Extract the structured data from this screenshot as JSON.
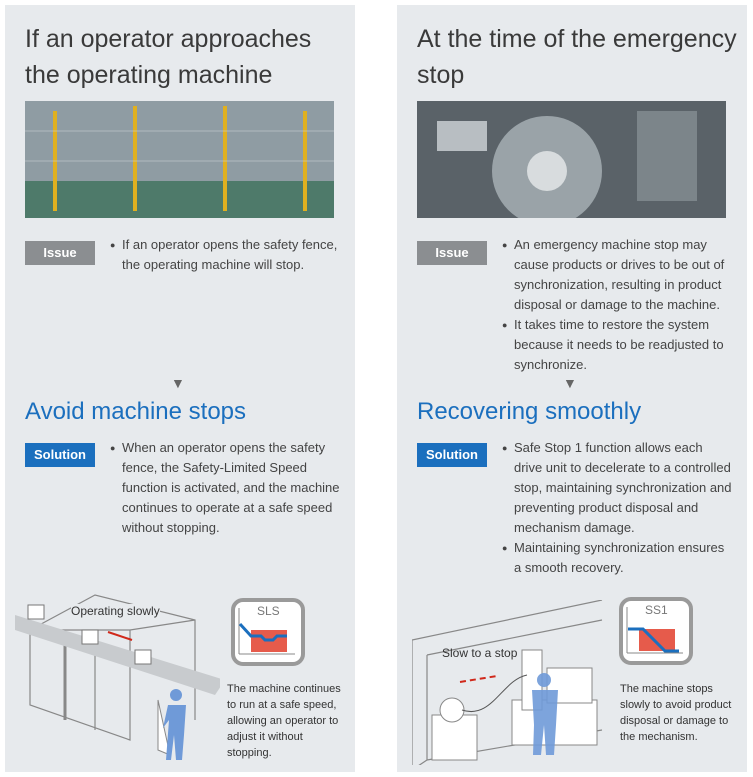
{
  "left": {
    "title": "If an operator approaches the operating machine",
    "issue_label": "Issue",
    "issue_items": [
      "If an operator opens the safety fence, the operating machine will stop."
    ],
    "heading": "Avoid machine stops",
    "solution_label": "Solution",
    "solution_items": [
      "When an operator opens the safety fence, the Safety-Limited Speed function is activated, and the machine continues to operate at a safe speed without stopping."
    ],
    "illustration_label": "Operating slowly",
    "icon_label": "SLS",
    "caption": "The machine continues to run at a safe speed, allowing an operator to adjust it without stopping."
  },
  "right": {
    "title": "At the time of the emergency stop",
    "issue_label": "Issue",
    "issue_items": [
      "An emergency machine stop may cause products or drives to be out of synchronization, resulting in product disposal or damage to the machine.",
      "It takes time to restore the system because it needs to be readjusted to synchronize."
    ],
    "heading": "Recovering smoothly",
    "solution_label": "Solution",
    "solution_items": [
      "Safe Stop 1 function allows each drive unit to decelerate to a controlled stop, maintaining synchronization and preventing product disposal and mechanism damage.",
      "Maintaining synchronization ensures a smooth recovery."
    ],
    "illustration_label": "Slow to a stop",
    "icon_label": "SS1",
    "caption": "The machine stops slowly to avoid product disposal or damage to the mechanism."
  },
  "colors": {
    "accent": "#1b6fbe",
    "issue": "#8b8e91",
    "panel": "#e7eaed",
    "danger": "#e0321e"
  }
}
